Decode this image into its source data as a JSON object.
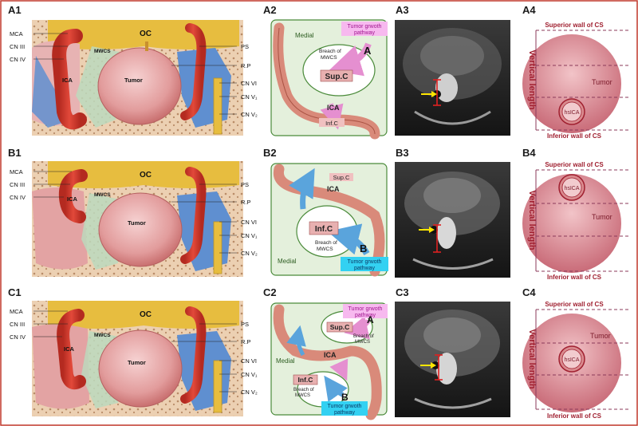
{
  "panels": {
    "row1": [
      "A1",
      "A2",
      "A3",
      "A4"
    ],
    "row2": [
      "B1",
      "B2",
      "B3",
      "B4"
    ],
    "row3": [
      "C1",
      "C2",
      "C3",
      "C4"
    ]
  },
  "anatomy": {
    "oc": "OC",
    "mca": "MCA",
    "cn3": "CN III",
    "cn4": "CN IV",
    "ica": "ICA",
    "mwcs": "MWCS",
    "tumor": "Tumor",
    "ps": "PS",
    "rp": "R.P",
    "cn6": "CN VI",
    "cnv1": "CN V₁",
    "cnv2": "CN V₂"
  },
  "schematic": {
    "medial": "Medial",
    "breach": "Breach of MWCS",
    "breach_l1": "Breach of",
    "breach_l2": "MWCS",
    "supc": "Sup.C",
    "infc": "Inf.C",
    "ica": "ICA",
    "pathway_a_l1": "Tumor grwoth",
    "pathway_a_l2": "pathway",
    "pathway_b_l1": "Tumor grwoth",
    "pathway_b_l2": "pathway",
    "letter_a": "A",
    "letter_b": "B"
  },
  "cs": {
    "superior": "Superior wall of CS",
    "inferior": "Inferior wall of CS",
    "vertical": "Vertical length",
    "tumor": "Tumor",
    "hsica": "hsICA"
  },
  "colors": {
    "border": "#c0392b",
    "panel_label": "#1a1a1a",
    "ica_red": "#d9372b",
    "tumor_pink": "#e3a3a3",
    "mwcs_green": "#bcd9bd",
    "venous_blue": "#5f8fd0",
    "bone": "#e9c9a8",
    "oc_yellow": "#e7bd3f",
    "pathway_pink": "#e58fd0",
    "pathway_blue": "#5aa4dc",
    "label_cyan": "#33d1f2",
    "label_magenta": "#f07be0",
    "cs_circle": "#c86c78",
    "cs_dash": "#8b3a5a",
    "cs_text_red": "#a02030"
  }
}
